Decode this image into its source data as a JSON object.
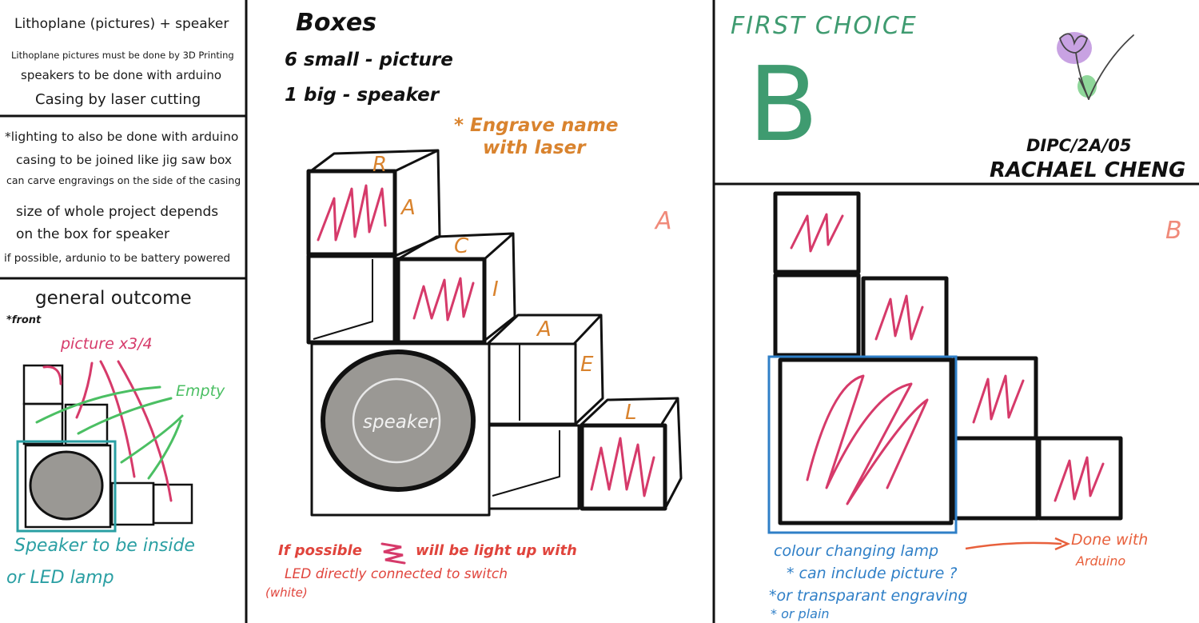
{
  "colors": {
    "ink": "#111111",
    "pink": "#d63a6a",
    "orange": "#d9832e",
    "green": "#3f9b70",
    "light_green": "#4bbf63",
    "teal": "#2a9fa3",
    "blue": "#2f7fc7",
    "red": "#e0443c",
    "salmon": "#f08a7a",
    "speaker_gray": "#9a9894"
  },
  "notes": {
    "title": "Lithoplane (pictures) + speaker",
    "lines": [
      "Lithoplane pictures must be done by 3D Printing",
      "speakers to be done with arduino",
      "Casing by laser cutting"
    ],
    "extra": [
      "*lighting to also be done with arduino",
      "casing to be joined like jig saw box",
      "can carve engravings on the side of the casing",
      "size of whole project depends",
      "on the box for speaker",
      "if possible, ardunio to be battery powered"
    ]
  },
  "outcome": {
    "title": "general outcome",
    "front": "*front",
    "picture_label": "picture x3/4",
    "empty_label": "Empty",
    "speaker_label_1": "Speaker to be inside",
    "speaker_label_2": "or LED lamp"
  },
  "design_a": {
    "heading": "Boxes",
    "count_small": "6 small - picture",
    "count_big": "1 big - speaker",
    "engrave_1": "* Engrave name",
    "engrave_2": "with laser",
    "letters": [
      "R",
      "A",
      "C",
      "I",
      "A",
      "E",
      "L"
    ],
    "speaker_label": "speaker",
    "label": "A",
    "note_1": "If possible",
    "note_2": "will be light up with",
    "note_3": "LED directly connected to switch",
    "note_4": "(white)"
  },
  "choice": {
    "heading": "FIRST CHOICE",
    "letter": "B",
    "class_code": "DIPC/2A/05",
    "name": "RACHAEL CHENG"
  },
  "design_b": {
    "label": "B",
    "lamp_1": "colour changing lamp",
    "done_1": "Done with",
    "done_2": "Arduino",
    "lamp_2": "* can include picture ?",
    "lamp_3": "*or transparant engraving",
    "lamp_4": "* or plain"
  }
}
